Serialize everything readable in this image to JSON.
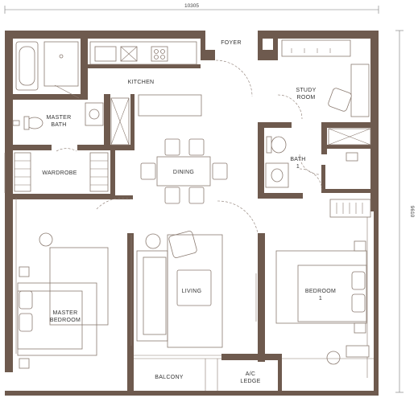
{
  "dimensions": {
    "width": "10305",
    "height": "9610"
  },
  "rooms": {
    "foyer": "FOYER",
    "kitchen": "KITCHEN",
    "study": [
      "STUDY",
      "ROOM"
    ],
    "master_bath": [
      "MASTER",
      "BATH"
    ],
    "wardrobe": "WARDROBE",
    "dining": "DINING",
    "bath1": [
      "BATH",
      "1"
    ],
    "living": "LIVING",
    "bedroom1": [
      "BEDROOM",
      "1"
    ],
    "master_bedroom": [
      "MASTER",
      "BEDROOM"
    ],
    "balcony": "BALCONY",
    "ac_ledge": [
      "A/C",
      "LEDGE"
    ]
  },
  "colors": {
    "wall": "#6e5a4e",
    "fixture": "#8a7a70",
    "background": "#ffffff"
  }
}
